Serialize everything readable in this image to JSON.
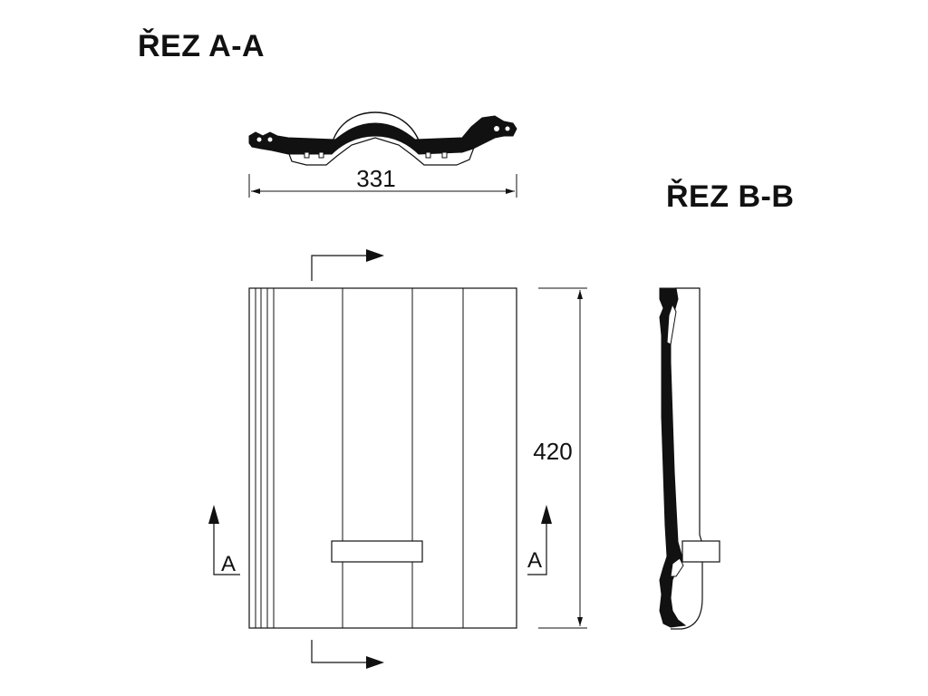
{
  "titles": {
    "section_aa": "ŘEZ A-A",
    "section_bb": "ŘEZ B-B"
  },
  "dimensions": {
    "width": "331",
    "height": "420"
  },
  "section_marks": {
    "left": "A",
    "right": "A"
  },
  "colors": {
    "line": "#111111",
    "fill": "#111111",
    "paper": "#ffffff"
  }
}
